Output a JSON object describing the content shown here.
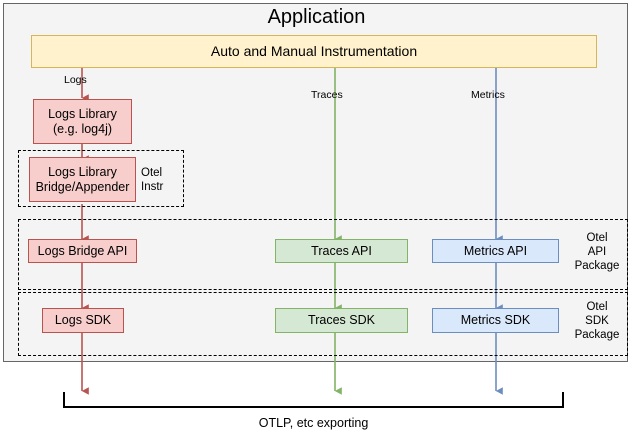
{
  "diagram": {
    "title": "Application",
    "caption": "OTLP, etc exporting",
    "instrumentation": {
      "label": "Auto and Manual Instrumentation"
    },
    "signals": [
      {
        "name": "logs",
        "flow_label": "Logs",
        "color": "#b85450"
      },
      {
        "name": "traces",
        "flow_label": "Traces",
        "color": "#82b366"
      },
      {
        "name": "metrics",
        "flow_label": "Metrics",
        "color": "#6c8ebf"
      }
    ],
    "nodes": {
      "logs_library": "Logs Library\n(e.g. log4j)",
      "logs_library_line1": "Logs Library",
      "logs_library_line2": "(e.g. log4j)",
      "logs_bridge_appender_line1": "Logs Library",
      "logs_bridge_appender_line2": "Bridge/Appender",
      "logs_bridge_api": "Logs Bridge API",
      "traces_api": "Traces API",
      "metrics_api": "Metrics API",
      "logs_sdk": "Logs SDK",
      "traces_sdk": "Traces SDK",
      "metrics_sdk": "Metrics SDK"
    },
    "groups": {
      "otel_instr": {
        "line1": "Otel",
        "line2": "Instr"
      },
      "otel_api_package": {
        "line1": "Otel",
        "line2": "API",
        "line3": "Package"
      },
      "otel_sdk_package": {
        "line1": "Otel",
        "line2": "SDK",
        "line3": "Package"
      }
    },
    "colors": {
      "yellow_fill": "#fff2cc",
      "yellow_stroke": "#d6b656",
      "red_fill": "#f8cecc",
      "red_stroke": "#b85450",
      "green_fill": "#d5e8d4",
      "green_stroke": "#82b366",
      "blue_fill": "#dae8fc",
      "blue_stroke": "#6c8ebf",
      "app_fill": "#f4f4f4",
      "app_stroke": "#666666",
      "dashed_stroke": "#000000"
    }
  }
}
